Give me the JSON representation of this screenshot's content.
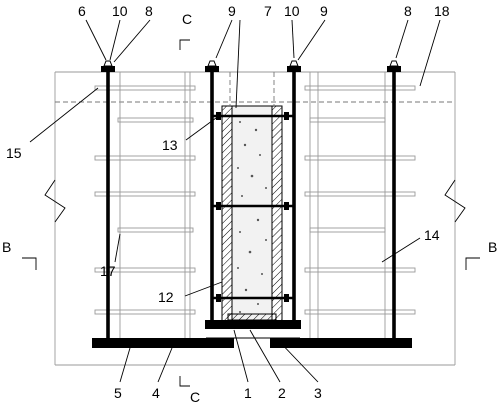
{
  "diagram": {
    "section_labels": {
      "c_top": "C",
      "c_bottom": "C",
      "b_left": "B",
      "b_right": "B"
    },
    "part_numbers": [
      "1",
      "2",
      "3",
      "4",
      "5",
      "6",
      "7",
      "8",
      "8",
      "9",
      "9",
      "10",
      "10",
      "12",
      "13",
      "14",
      "15",
      "17",
      "18"
    ]
  }
}
